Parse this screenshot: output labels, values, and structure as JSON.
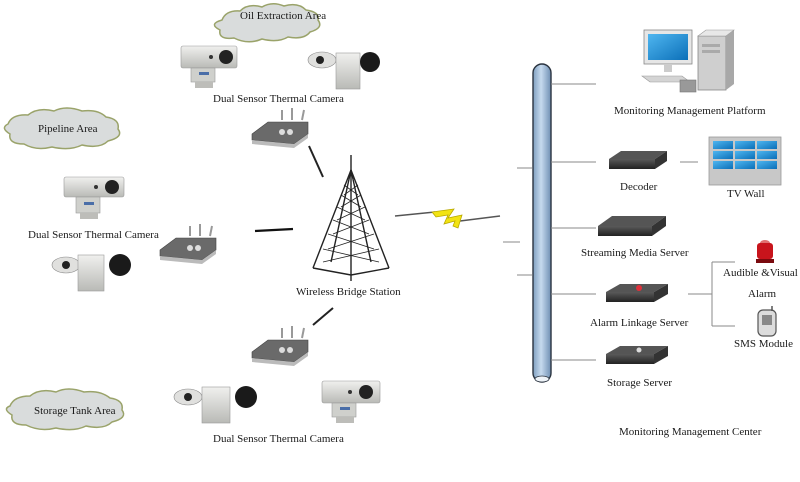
{
  "areas": {
    "oil": "Oil Extraction Area",
    "pipeline": "Pipeline Area",
    "storage_tank": "Storage Tank Area"
  },
  "cameras": {
    "top_label": "Dual Sensor Thermal Camera",
    "left_label": "Dual Sensor Thermal Camera",
    "bottom_label": "Dual Sensor Thermal Camera"
  },
  "tower": {
    "label": "Wireless Bridge Station"
  },
  "center": {
    "devices": [
      {
        "label": "Monitoring Management Platform"
      },
      {
        "label": "Decoder"
      },
      {
        "label": "TV Wall"
      },
      {
        "label": "Streaming Media Server"
      },
      {
        "label": "Alarm Linkage Server"
      },
      {
        "label": "Audible &Visual"
      },
      {
        "label": "Alarm"
      },
      {
        "label": "SMS Module"
      },
      {
        "label": "Storage Server"
      }
    ],
    "title": "Monitoring Management Center"
  },
  "colors": {
    "cloud_fill": "#d9dcdc",
    "cloud_edge": "#9aa36a",
    "backbone": "#a9c4df",
    "screen_blue": "#1e8fd6",
    "alarm_red": "#c8141c",
    "bolt_yellow": "#f2e312"
  }
}
